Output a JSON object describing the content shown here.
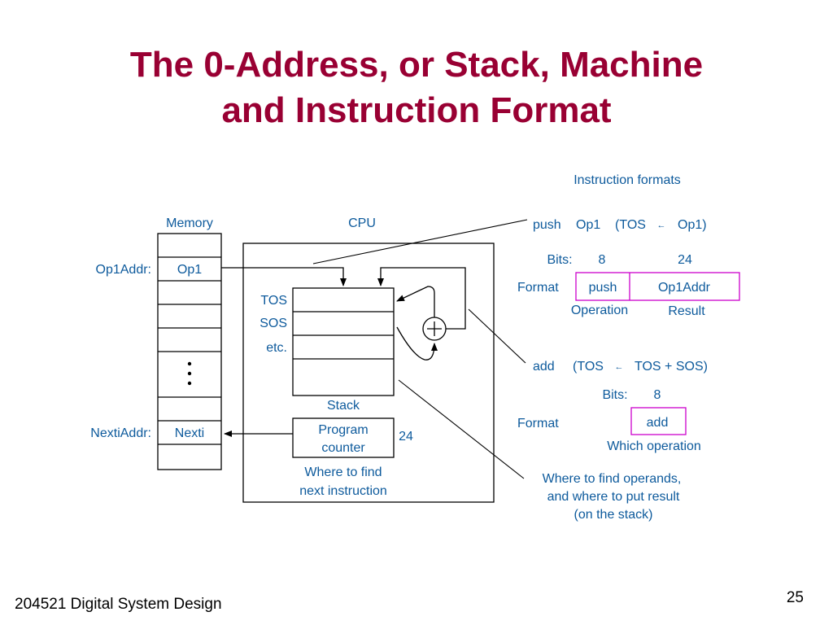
{
  "title": {
    "line1": "The 0-Address, or Stack, Machine",
    "line2": "and Instruction Format"
  },
  "memory": {
    "label": "Memory",
    "op1_addr_label": "Op1Addr:",
    "op1_cell": "Op1",
    "nexti_addr_label": "NextiAddr:",
    "nexti_cell": "Nexti"
  },
  "cpu": {
    "label": "CPU",
    "tos": "TOS",
    "sos": "SOS",
    "etc": "etc.",
    "stack_label": "Stack",
    "pc_line1": "Program",
    "pc_line2": "counter",
    "pc_bits": "24",
    "where_line1": "Where to find",
    "where_line2": "next instruction"
  },
  "formats": {
    "heading": "Instruction formats",
    "push": {
      "op": "push",
      "arg": "Op1",
      "eq_open": "(TOS",
      "arrow": "←",
      "eq_close": "Op1)",
      "bits_label": "Bits:",
      "bits_op": "8",
      "bits_addr": "24",
      "format_label": "Format",
      "field_op": "push",
      "field_addr": "Op1Addr",
      "caption_op": "Operation",
      "caption_result": "Result"
    },
    "add": {
      "op": "add",
      "eq_open": "(TOS",
      "arrow": "←",
      "eq_close": "TOS + SOS)",
      "bits_label": "Bits:",
      "bits_op": "8",
      "format_label": "Format",
      "field_op": "add",
      "caption_op": "Which operation"
    },
    "where_line1": "Where to find operands,",
    "where_line2": "and where to put result",
    "where_line3": "(on the stack)"
  },
  "footer": {
    "course": "204521 Digital System Design",
    "page": "25"
  },
  "colors": {
    "title": "#990033",
    "diagram_text": "#0d5a9c",
    "format_box": "#cc00cc"
  }
}
